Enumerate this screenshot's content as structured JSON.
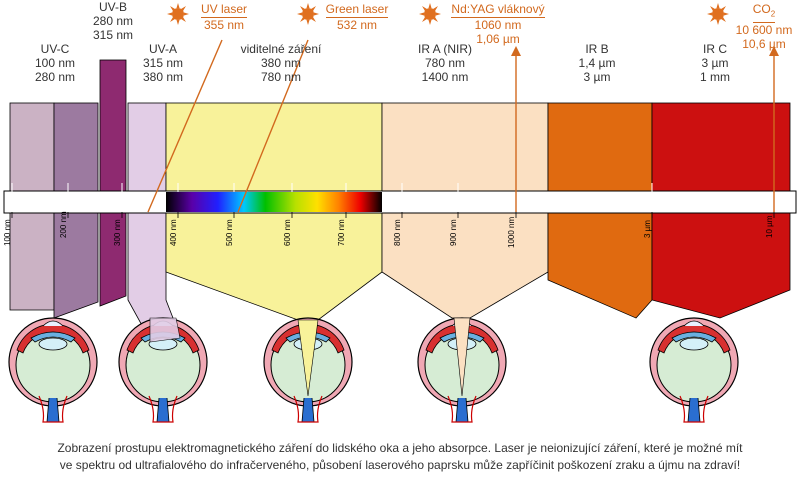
{
  "regions": {
    "uvc": {
      "name": "UV-C",
      "r1": "100 nm",
      "r2": "280 nm"
    },
    "uvb": {
      "name": "UV-B",
      "r1": "280 nm",
      "r2": "315 nm"
    },
    "uva": {
      "name": "UV-A",
      "r1": "315 nm",
      "r2": "380 nm"
    },
    "vis": {
      "name": "viditelné záření",
      "r1": "380 nm",
      "r2": "780 nm"
    },
    "ira": {
      "name": "IR A (NIR)",
      "r1": "780 nm",
      "r2": "1400 nm"
    },
    "irb": {
      "name": "IR B",
      "r1": "1,4 µm",
      "r2": "3 µm"
    },
    "irc": {
      "name": "IR C",
      "r1": "3 µm",
      "r2": "1 mm"
    }
  },
  "lasers": {
    "uv": {
      "name": "UV laser",
      "value": "355 nm"
    },
    "green": {
      "name": "Green laser",
      "value": "532 nm"
    },
    "ndyag": {
      "name": "Nd:YAG vláknový",
      "value1": "1060 nm",
      "value2": "1,06 µm"
    },
    "co2": {
      "name": "CO",
      "sub": "2",
      "value1": "10 600 nm",
      "value2": "10,6 µm"
    }
  },
  "ticks": [
    "100 nm",
    "200 nm",
    "300 nm",
    "400 nm",
    "500 nm",
    "600 nm",
    "700 nm",
    "800 nm",
    "900 nm",
    "1000 nm",
    "3 µm",
    "10 µm"
  ],
  "caption": {
    "line1": "Zobrazení prostupu elektromagnetického záření do lidského oka a jeho absorpce. Laser je neionizující záření, které je možné mít",
    "line2": "ve spektru od ultrafialového do infračerveného, působení laserového paprsku může zapříčinit poškození zraku a újmu na zdraví!"
  },
  "colors": {
    "uvc_light": "#cbb2c4",
    "uvc_dark": "#9c7aa0",
    "uvb": "#8e2a70",
    "uva": "#e2cde6",
    "visible": "#f8f29a",
    "ira": "#fbe0c2",
    "irb": "#e06a10",
    "irc": "#cc1010",
    "laser": "#d2691e"
  }
}
